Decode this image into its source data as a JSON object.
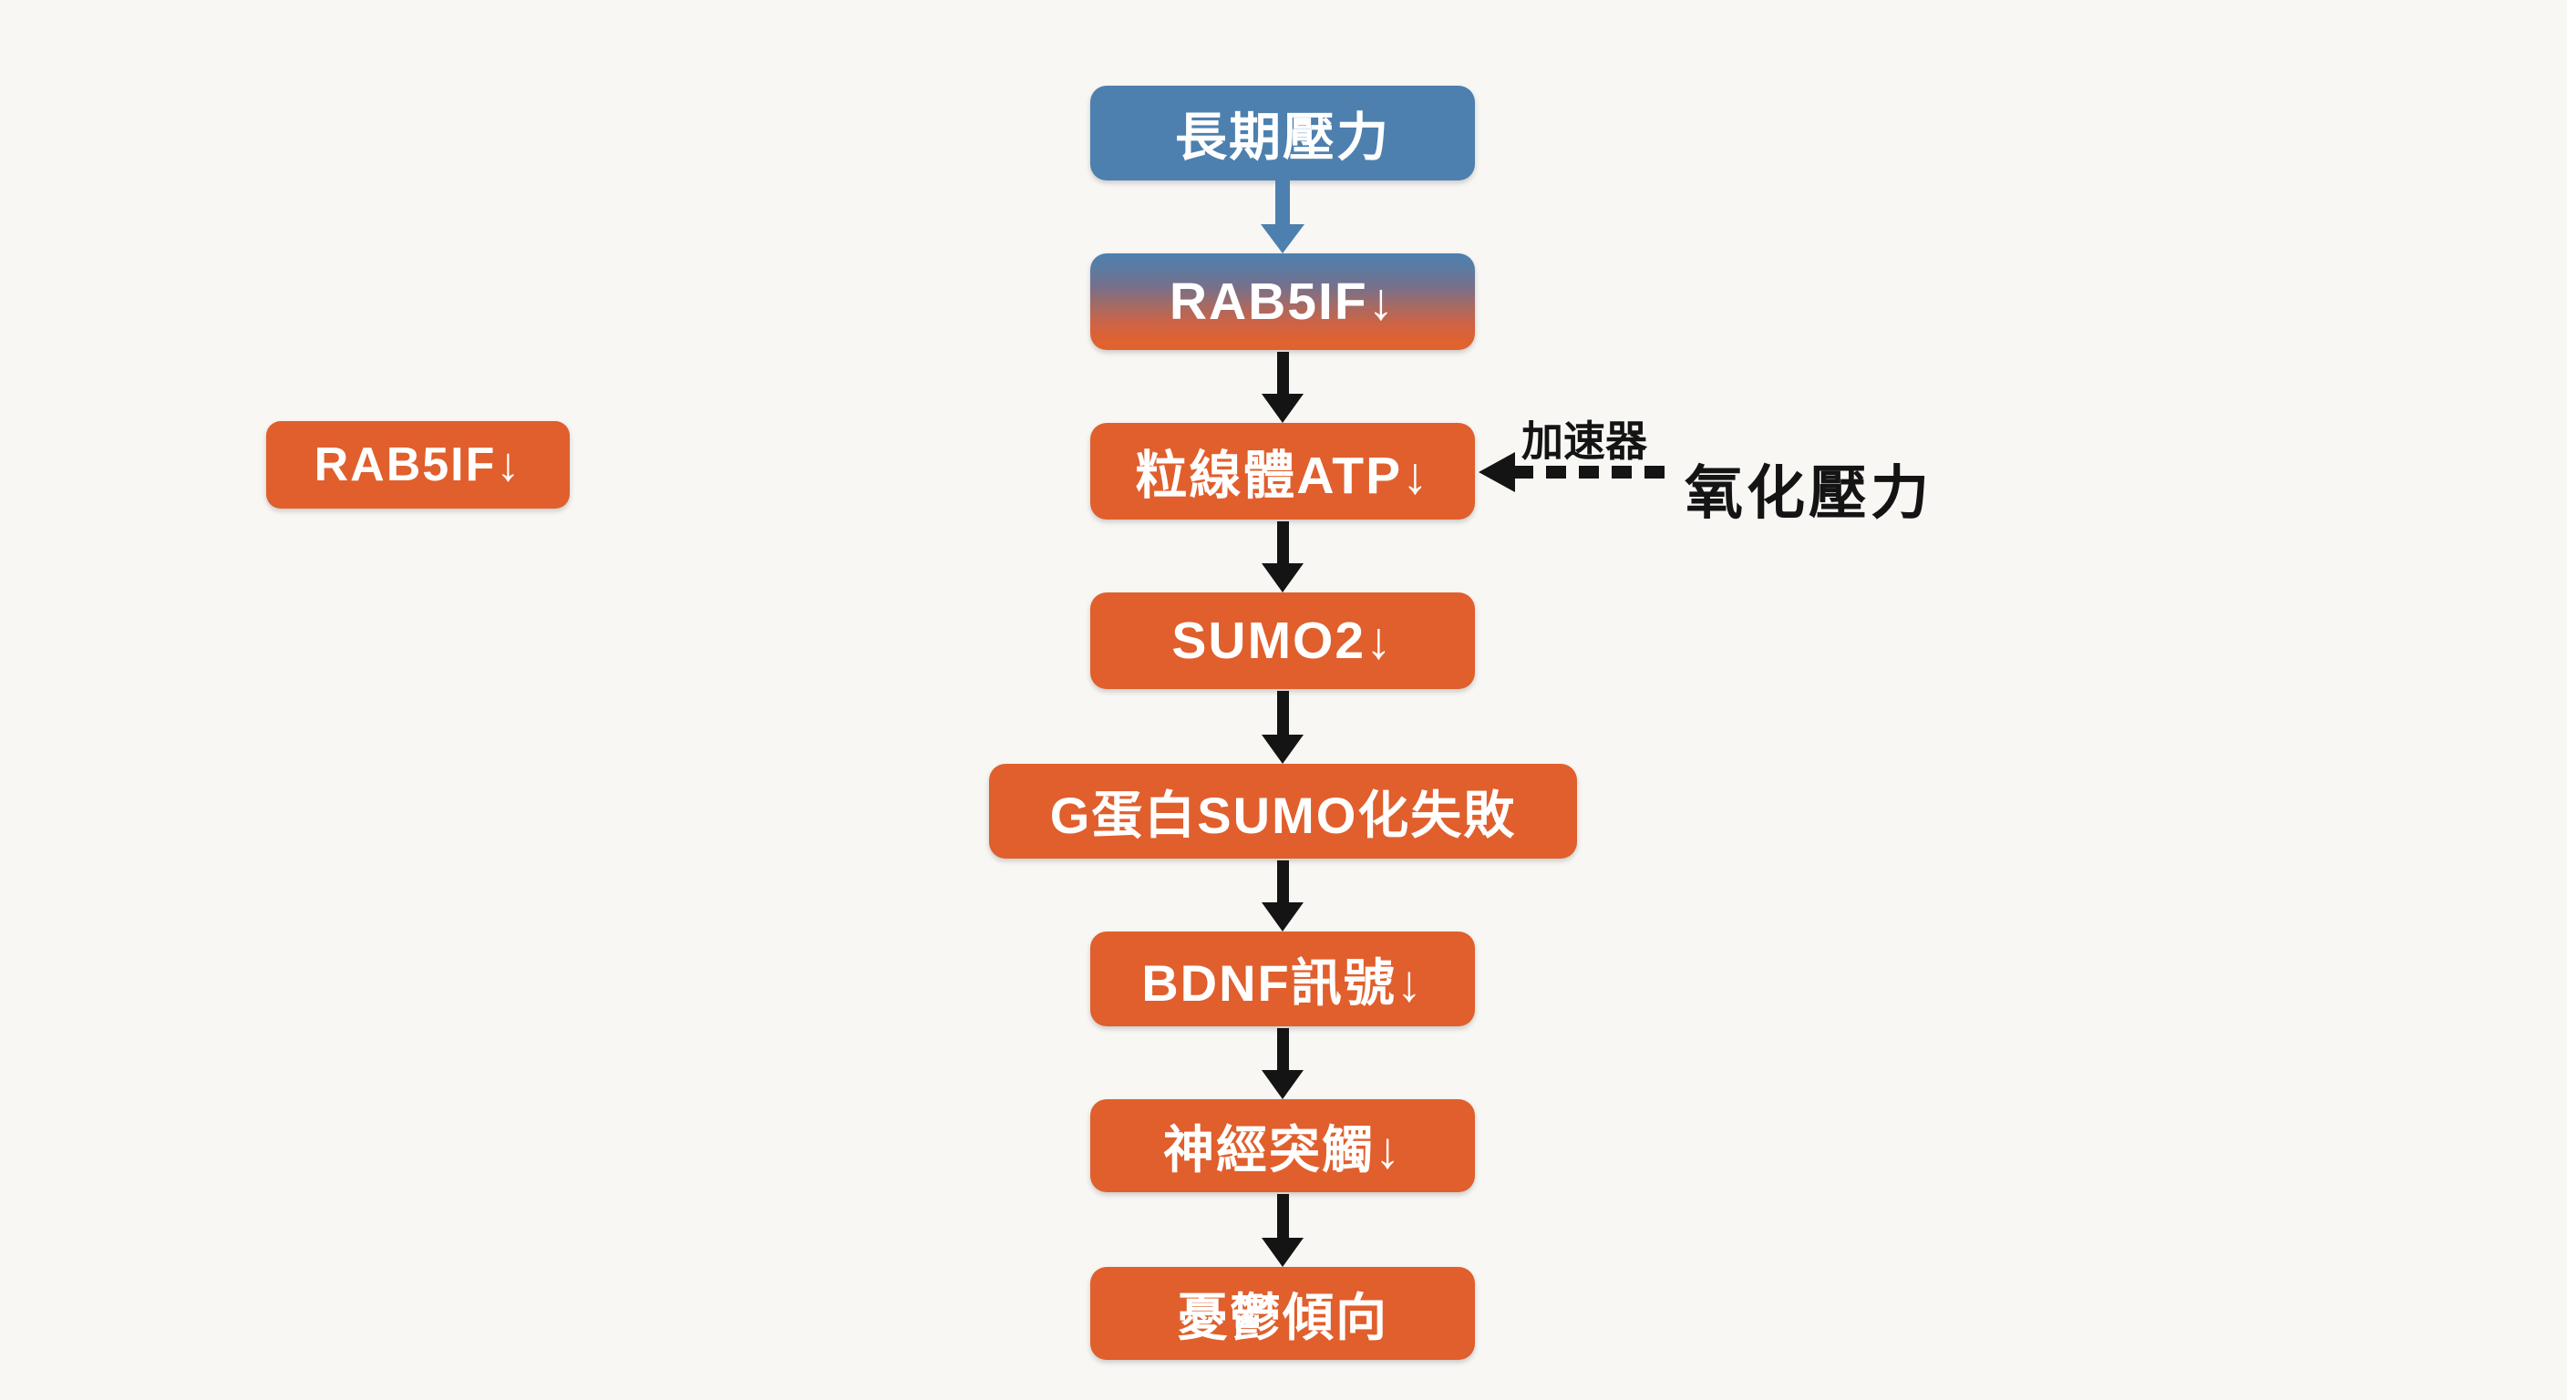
{
  "diagram": {
    "title_implicit": "RAB5IF depression pathway flowchart",
    "background_color": "#f8f7f4",
    "colors": {
      "blue_node": "#4d80ae",
      "orange_node": "#e05f2d",
      "arrow_black": "#141414",
      "arrow_blue": "#4d80ae",
      "node_text": "#ffffff",
      "annotation_text": "#141414"
    },
    "nodes": [
      {
        "id": "chronic-stress",
        "label": "長期壓力",
        "style": "blue"
      },
      {
        "id": "rab5if-down",
        "label": "RAB5IF↓",
        "style": "blue-to-orange-gradient"
      },
      {
        "id": "mito-atp-down",
        "label": "粒線體ATP↓",
        "style": "orange"
      },
      {
        "id": "sumo2-down",
        "label": "SUMO2↓",
        "style": "orange"
      },
      {
        "id": "gprotein-sumo-fail",
        "label": "G蛋白SUMO化失敗",
        "style": "orange"
      },
      {
        "id": "bdnf-down",
        "label": "BDNF訊號↓",
        "style": "orange"
      },
      {
        "id": "synapse-down",
        "label": "神經突觸↓",
        "style": "orange"
      },
      {
        "id": "depression",
        "label": "憂鬱傾向",
        "style": "orange"
      }
    ],
    "side_node": {
      "id": "rab5if-legend",
      "label": "RAB5IF↓",
      "style": "orange"
    },
    "annotations": {
      "accelerator": "加速器",
      "oxidative_stress": "氧化壓力"
    },
    "edges": [
      {
        "from": "chronic-stress",
        "to": "rab5if-down",
        "style": "solid-blue"
      },
      {
        "from": "rab5if-down",
        "to": "mito-atp-down",
        "style": "solid-black"
      },
      {
        "from": "mito-atp-down",
        "to": "sumo2-down",
        "style": "solid-black"
      },
      {
        "from": "sumo2-down",
        "to": "gprotein-sumo-fail",
        "style": "solid-black"
      },
      {
        "from": "gprotein-sumo-fail",
        "to": "bdnf-down",
        "style": "solid-black"
      },
      {
        "from": "bdnf-down",
        "to": "synapse-down",
        "style": "solid-black"
      },
      {
        "from": "synapse-down",
        "to": "depression",
        "style": "solid-black"
      },
      {
        "from": "oxidative_stress",
        "to": "mito-atp-down",
        "style": "dashed-black",
        "label": "加速器"
      }
    ]
  }
}
